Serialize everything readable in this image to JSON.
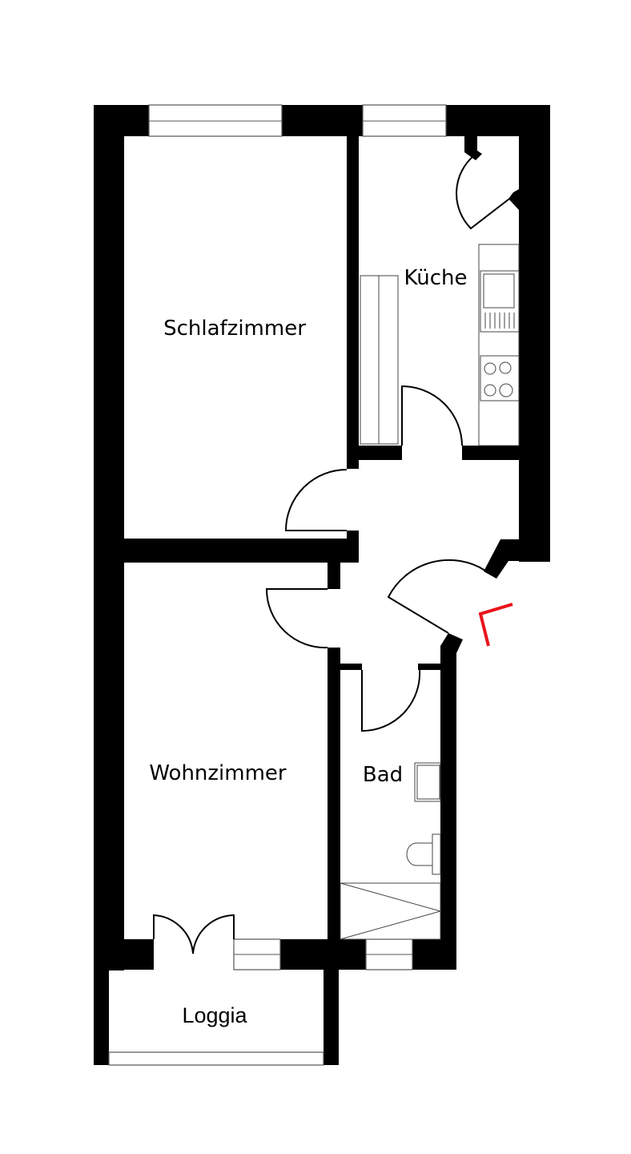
{
  "rooms": {
    "schlafzimmer": "Schlafzimmer",
    "kueche": "Küche",
    "wohnzimmer": "Wohnzimmer",
    "bad": "Bad",
    "loggia": "Loggia"
  },
  "colors": {
    "wall": "#000000",
    "entrance_marker": "#e8141a"
  }
}
